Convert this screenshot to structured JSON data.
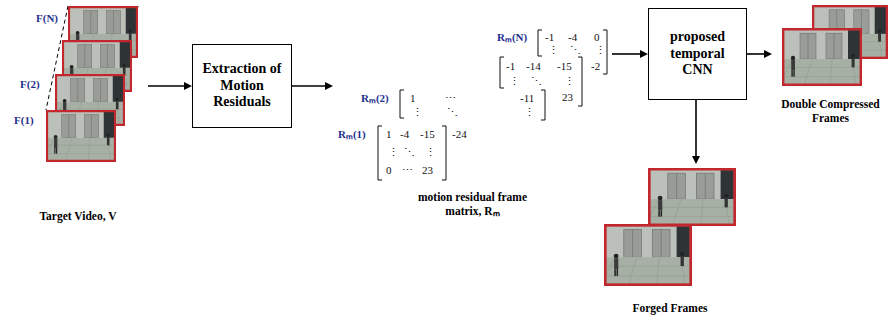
{
  "diagram": {
    "nodes": [
      {
        "text": [
          "Target Video, V"
        ]
      },
      {
        "text": [
          "Extraction of Motion Residuals"
        ]
      },
      {
        "text": [
          "motion residual frame matrix, Rₘ"
        ]
      },
      {
        "text": [
          "proposed temporal CNN"
        ]
      },
      {
        "text": [
          "Double Compressed Frames"
        ]
      },
      {
        "text": [
          "Forged Frames"
        ]
      }
    ],
    "edges": [
      {
        "from": 0,
        "to": 1,
        "arrow": "to"
      },
      {
        "from": 1,
        "to": 2,
        "arrow": "to"
      },
      {
        "from": 2,
        "to": 3,
        "arrow": "to"
      },
      {
        "from": 3,
        "to": 4,
        "arrow": "to"
      },
      {
        "from": 3,
        "to": 5,
        "arrow": "to"
      }
    ],
    "labels": [
      "F(N)",
      "F(2)",
      "F(1)",
      "Rₘ(N)",
      "-1",
      "-4",
      "0",
      "⋮",
      "⋱",
      "⋮",
      "-2",
      "-1",
      "-14",
      "-15",
      "⋮",
      "⋱",
      "⋮",
      "23",
      "Rₘ(2)",
      "1",
      "⋯",
      "-11",
      "⋮",
      "⋱",
      "⋮",
      "Rₘ(1)",
      "1",
      "-4",
      "-15",
      "-24",
      "⋮",
      "⋱",
      "⋮",
      "0",
      "⋯",
      "23"
    ]
  }
}
